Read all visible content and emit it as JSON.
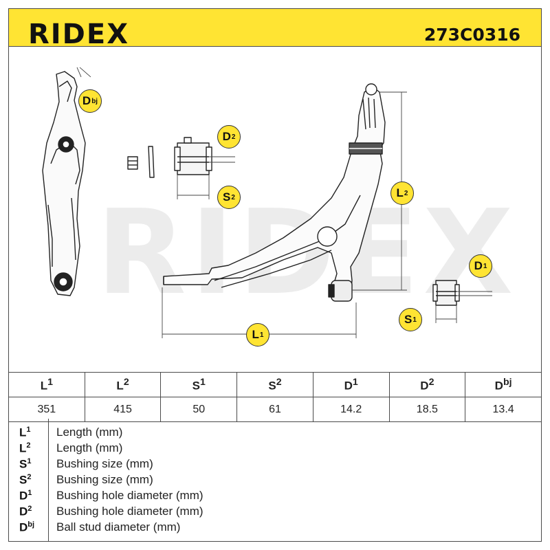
{
  "header": {
    "brand": "RIDEX",
    "part_number": "273C0316"
  },
  "watermark": "RIDEX",
  "badges": {
    "dbj": {
      "base": "D",
      "sup": "bj"
    },
    "d2": {
      "base": "D",
      "sup": "2"
    },
    "s2": {
      "base": "S",
      "sup": "2"
    },
    "l2": {
      "base": "L",
      "sup": "2"
    },
    "d1": {
      "base": "D",
      "sup": "1"
    },
    "s1": {
      "base": "S",
      "sup": "1"
    },
    "l1": {
      "base": "L",
      "sup": "1"
    }
  },
  "table": {
    "headers": [
      {
        "base": "L",
        "sup": "1"
      },
      {
        "base": "L",
        "sup": "2"
      },
      {
        "base": "S",
        "sup": "1"
      },
      {
        "base": "S",
        "sup": "2"
      },
      {
        "base": "D",
        "sup": "1"
      },
      {
        "base": "D",
        "sup": "2"
      },
      {
        "base": "D",
        "sup": "bj"
      }
    ],
    "values": [
      "351",
      "415",
      "50",
      "61",
      "14.2",
      "18.5",
      "13.4"
    ]
  },
  "legend": [
    {
      "base": "L",
      "sup": "1",
      "desc": "Length (mm)"
    },
    {
      "base": "L",
      "sup": "2",
      "desc": "Length (mm)"
    },
    {
      "base": "S",
      "sup": "1",
      "desc": "Bushing size (mm)"
    },
    {
      "base": "S",
      "sup": "2",
      "desc": "Bushing size (mm)"
    },
    {
      "base": "D",
      "sup": "1",
      "desc": "Bushing hole diameter (mm)"
    },
    {
      "base": "D",
      "sup": "2",
      "desc": "Bushing hole diameter (mm)"
    },
    {
      "base": "D",
      "sup": "bj",
      "desc": "Ball stud diameter (mm)"
    }
  ]
}
